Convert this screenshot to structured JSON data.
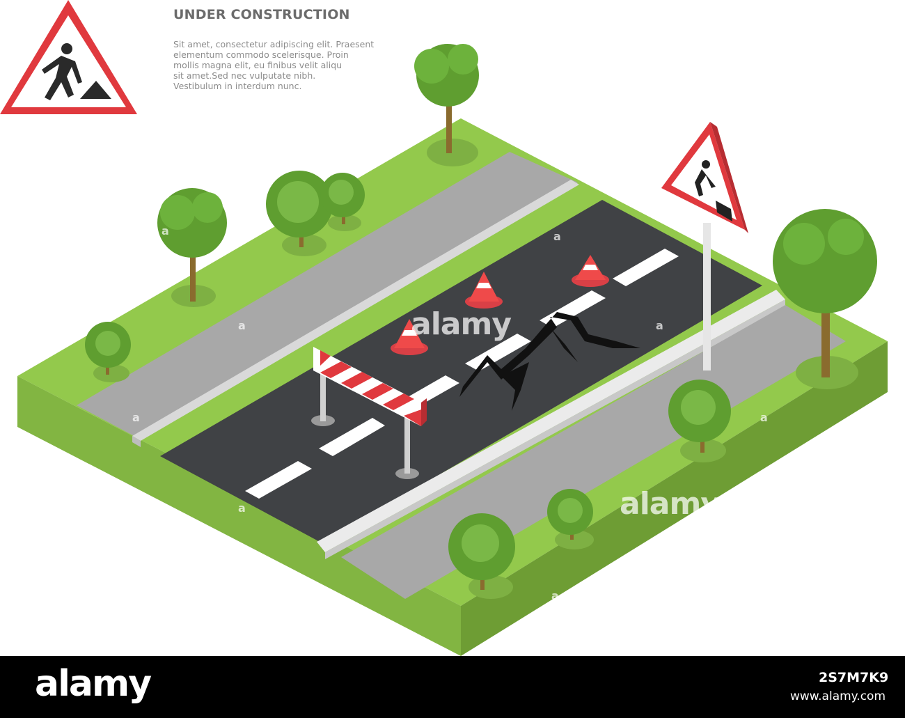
{
  "header": {
    "title": "UNDER CONSTRUCTION",
    "description_lines": [
      "Sit amet, consectetur adipiscing elit. Praesent",
      "elementum commodo scelerisque. Proin",
      "mollis magna elit, eu finibus velit aliqu",
      "sit amet.Sed nec vulputate nibh.",
      "Vestibulum in interdum nunc."
    ]
  },
  "watermark": {
    "text": "alamy",
    "letter": "a"
  },
  "footer": {
    "logo": "alamy",
    "image_id": "2S7M7K9",
    "url": "www.alamy.com"
  },
  "colors": {
    "grass_top": "#93c94c",
    "grass_side": "#6e9d34",
    "sidewalk": "#a9a9a9",
    "asphalt": "#404245",
    "sign_red": "#e0393e",
    "tree_green": "#5f9e30",
    "cone_orange": "#ef4a4a"
  },
  "icons": [
    "road-works-sign-icon",
    "traffic-cone-icon",
    "barrier-icon",
    "tree-icon"
  ]
}
